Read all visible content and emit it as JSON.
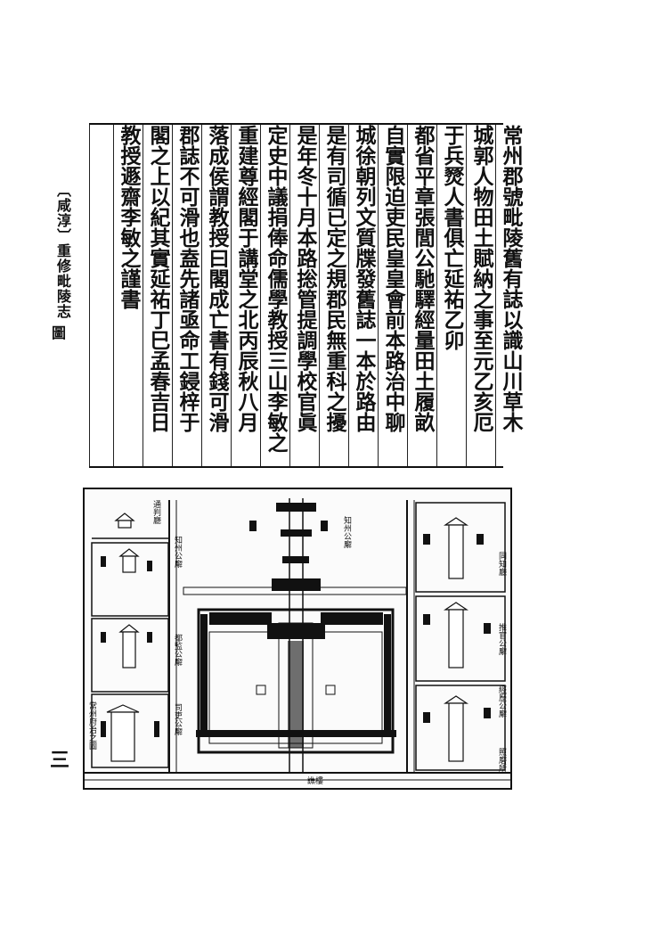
{
  "margin": {
    "title": "〔咸淳〕重修毗陵志",
    "section": "圖",
    "page_number": "三"
  },
  "preface_columns": [
    "常州郡號毗陵舊有誌以識山川草木",
    "城郭人物田土賦納之事至元乙亥厄",
    "于兵燹人書俱亡延祐乙卯",
    "都省平章張閭公馳驛經量田土履畝",
    "自實限迫吏民皇皇會前本路治中聊",
    "城徐朝列文質牒發舊誌一本於路由",
    "是有司循已定之規郡民無重科之擾",
    "是年冬十月本路捴管提調學校官眞",
    "定史中議捐俸命儒學教授三山李敏之",
    "重建尊經閣于講堂之北丙辰秋八月",
    "落成侯謂教授曰閣成亡書有錢可滑",
    "郡誌不可滑也盍先諸亟命工鋟梓于",
    "閣之上以紀其實延祐丁巳孟春吉日",
    "教授遯齋李敏之謹書"
  ],
  "map_labels": {
    "top_left": "通判廳",
    "left_upper": "知州公廨",
    "left_middle": "都監公廨",
    "left_lower": "司吏公廨",
    "left_bottom": "常州府治之圖",
    "top_center": "知州公廨",
    "right_upper": "同知廳",
    "right_middle": "推官公廨",
    "right_lower": "經歷公廨",
    "right_bottom": "照磨所",
    "bottom_gate": "譙樓"
  }
}
